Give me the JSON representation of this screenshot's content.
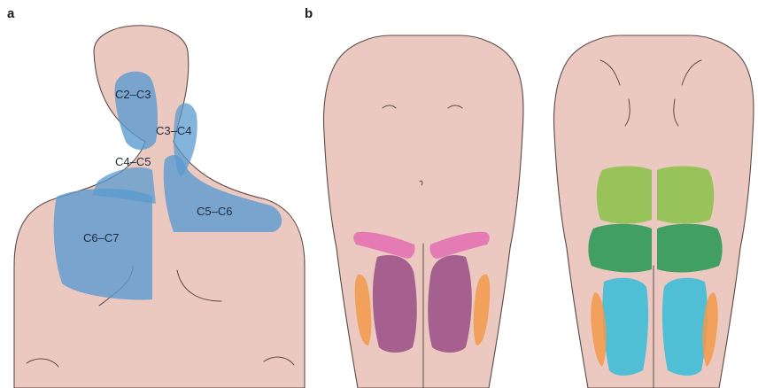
{
  "panels": {
    "a": {
      "letter": "a"
    },
    "b": {
      "letter": "b"
    }
  },
  "segments": [
    {
      "label": "C2–C3",
      "color": "#5b9bd0"
    },
    {
      "label": "C3–C4",
      "color": "#5b9bd0"
    },
    {
      "label": "C4–C5",
      "color": "#5b9bd0"
    },
    {
      "label": "C5–C6",
      "color": "#5b9bd0"
    },
    {
      "label": "C6–C7",
      "color": "#5b9bd0"
    }
  ],
  "colors": {
    "skin": "#ecc9c0",
    "outline": "#5a4a45",
    "cervical_blue": "#5b9bd0",
    "groin_pink": "#e46db0",
    "thigh_purple": "#9a4e86",
    "lateral_orange": "#f29a4a",
    "upper_buttock_green": "#8fc24f",
    "lower_buttock_green": "#2f9a5a",
    "posterior_thigh_cyan": "#3fbcd6"
  }
}
